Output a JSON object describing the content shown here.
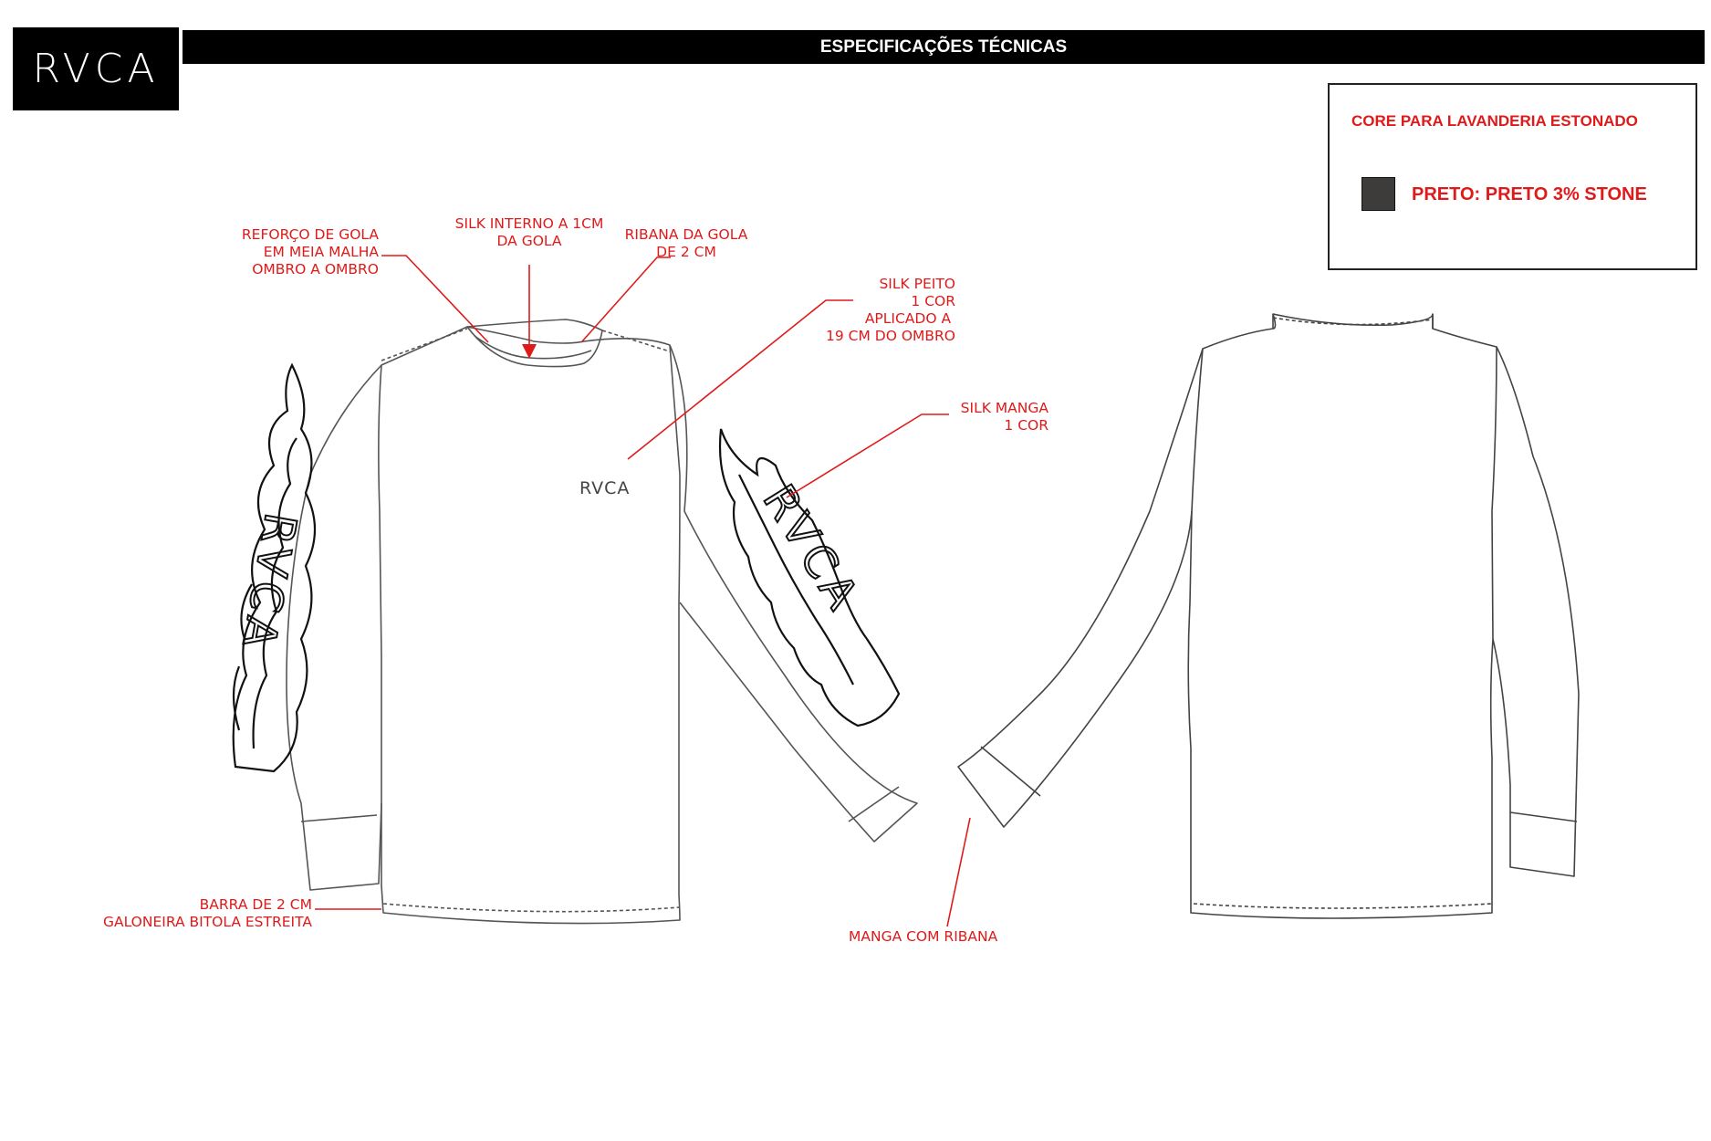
{
  "header": {
    "logo": "RVCA",
    "title": "ESPECIFICAÇÕES TÉCNICAS"
  },
  "color_box": {
    "title": "CORE PARA LAVANDERIA ESTONADO",
    "swatch_color": "#3d3c3a",
    "swatch_label": "PRETO: PRETO 3% STONE"
  },
  "callouts": {
    "reforco_gola": "REFORÇO DE GOLA\nEM MEIA MALHA\nOMBRO A OMBRO",
    "silk_interno": "SILK INTERNO A 1CM\nDA GOLA",
    "ribana_gola": "RIBANA DA GOLA\nDE 2 CM",
    "silk_peito": "SILK PEITO\n1 COR\nAPLICADO A \n19 CM DO OMBRO",
    "silk_manga": "SILK MANGA\n1 COR",
    "barra": "BARRA DE 2 CM\nGALONEIRA BITOLA ESTREITA",
    "manga_ribana": "MANGA COM RIBANA"
  },
  "prints": {
    "chest_logo": "RVCA",
    "sleeve_logo": "RVCA"
  },
  "colors": {
    "accent_red": "#e01a1a",
    "outline": "#555555"
  }
}
